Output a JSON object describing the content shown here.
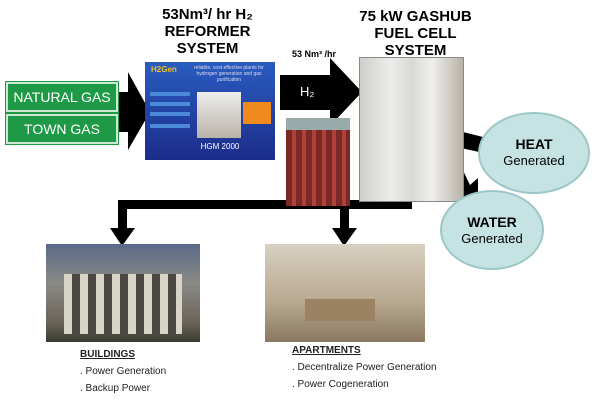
{
  "inputs": [
    "NATURAL GAS",
    "TOWN GAS"
  ],
  "reformer": {
    "title_line1": "53Nm³/ hr H₂",
    "title_line2": "REFORMER",
    "title_line3": "SYSTEM",
    "logo": "H2Gen",
    "tagline": "reliable, cost effective plants for hydrogen generation and gas purification",
    "model": "HGM 2000"
  },
  "h2_flow": {
    "rate": "53 Nm³ /hr",
    "label": "H₂"
  },
  "fuel_cell": {
    "title_line1": "75 kW GASHUB",
    "title_line2": "FUEL CELL",
    "title_line3": "SYSTEM"
  },
  "outputs": [
    {
      "title": "HEAT",
      "sub": "Generated"
    },
    {
      "title": "WATER",
      "sub": "Generated"
    }
  ],
  "buildings": {
    "title": "BUILDINGS",
    "items": [
      ". Power Generation",
      ". Backup Power"
    ]
  },
  "apartments": {
    "title": "APARTMENTS",
    "items": [
      ". Decentralize Power Generation",
      ". Power Cogeneration"
    ]
  },
  "colors": {
    "gas_box": "#1e9a46",
    "circle": "#c6e3e3",
    "reformer_bg": "#1f3c9a"
  }
}
